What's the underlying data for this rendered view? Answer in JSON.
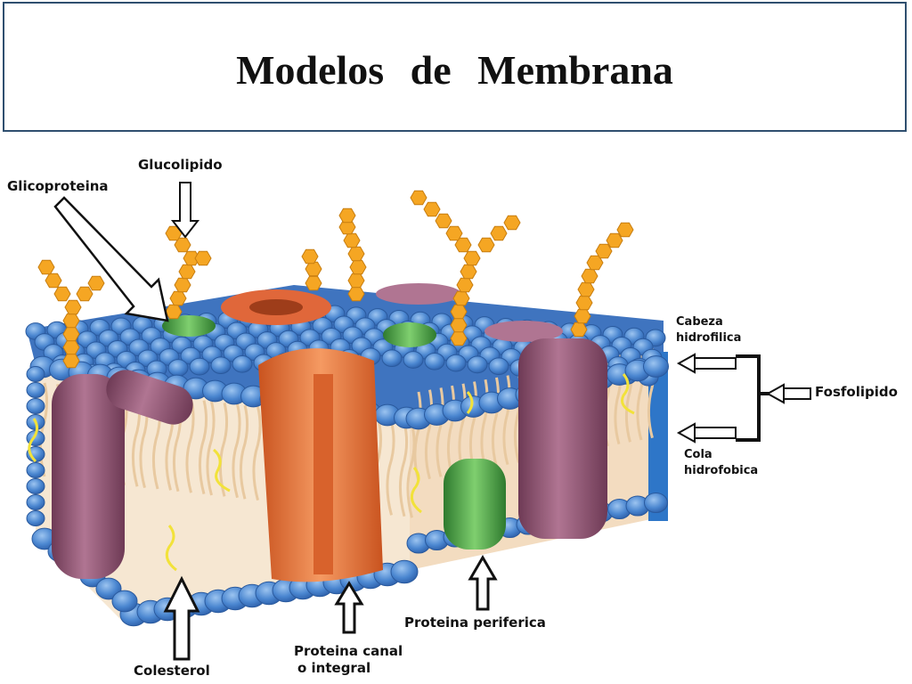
{
  "title": "Modelos   de   Membrana",
  "labels": {
    "glucolipido": "Glucolipido",
    "glicoproteina": "Glicoproteina",
    "cabeza": "Cabeza",
    "hidrofilica": "hidrofilica",
    "fosfolipido": "Fosfolipido",
    "cola": "Cola",
    "hidrofobica": "hidrofobica",
    "colesterol": "Colesterol",
    "proteina_canal_1": "Proteina canal",
    "proteina_canal_2": "o integral",
    "proteina_periferica": "Proteina periferica"
  },
  "colors": {
    "head_blue": "#4a86d0",
    "tail_tan": "#e8c9a0",
    "sugar_orange": "#f5a623",
    "channel_orange": "#ef7a3c",
    "integral_purple": "#9a5a78",
    "peripheral_green": "#3f9a3f",
    "cholesterol_yellow": "#f4e04d",
    "title_border": "#2f4f6f"
  }
}
